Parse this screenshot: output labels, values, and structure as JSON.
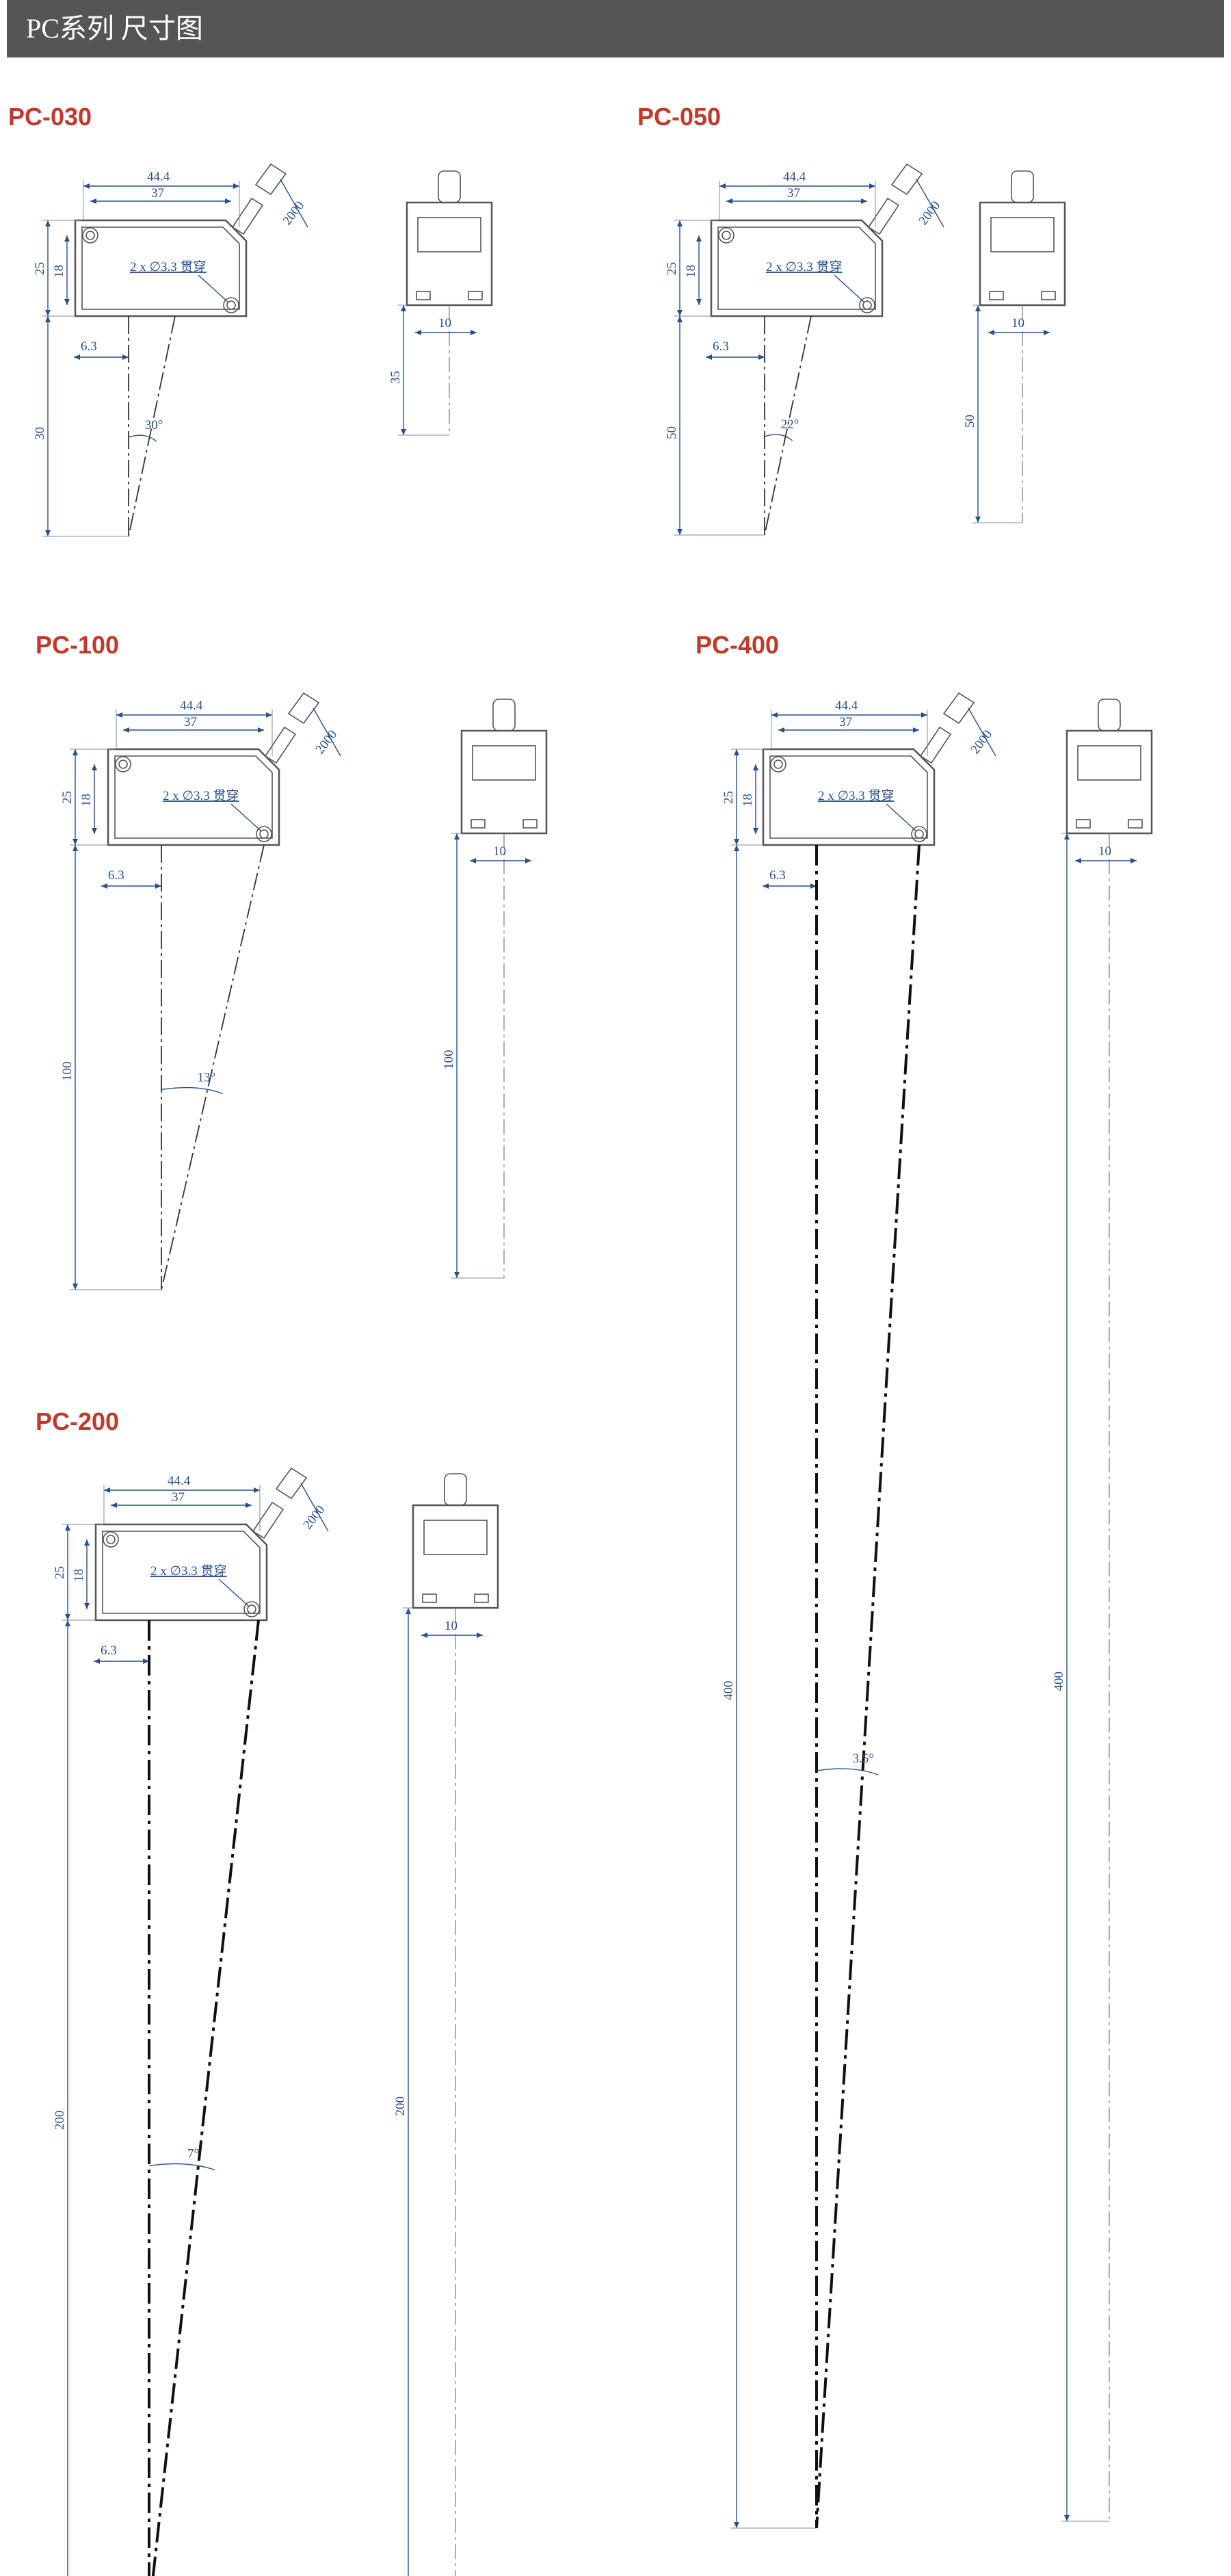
{
  "header": {
    "title": "PC系列 尺寸图",
    "background": "#555555",
    "text_color": "#ffffff"
  },
  "accent_color": "#c0392b",
  "dimension_color": "#2a4f8c",
  "models": [
    {
      "title": "PC-030",
      "width_outer": "44.4",
      "width_inner": "37",
      "cable": "2000",
      "height_outer": "25",
      "height_inner": "18",
      "hole_note": "2 x ∅3.3 贯穿",
      "offset": "6.3",
      "distance": "30",
      "angle": "30°",
      "front_distance": "35",
      "front_width": "10"
    },
    {
      "title": "PC-050",
      "width_outer": "44.4",
      "width_inner": "37",
      "cable": "2000",
      "height_outer": "25",
      "height_inner": "18",
      "hole_note": "2 x ∅3.3 贯穿",
      "offset": "6.3",
      "distance": "50",
      "angle": "22°",
      "front_distance": "50",
      "front_width": "10"
    },
    {
      "title": "PC-100",
      "width_outer": "44.4",
      "width_inner": "37",
      "cable": "2000",
      "height_outer": "25",
      "height_inner": "18",
      "hole_note": "2 x ∅3.3 贯穿",
      "offset": "6.3",
      "distance": "100",
      "angle": "13°",
      "front_distance": "100",
      "front_width": "10"
    },
    {
      "title": "PC-400",
      "width_outer": "44.4",
      "width_inner": "37",
      "cable": "2000",
      "height_outer": "25",
      "height_inner": "18",
      "hole_note": "2 x ∅3.3 贯穿",
      "offset": "6.3",
      "distance": "400",
      "angle": "3.5°",
      "front_distance": "400",
      "front_width": "10"
    },
    {
      "title": "PC-200",
      "width_outer": "44.4",
      "width_inner": "37",
      "cable": "2000",
      "height_outer": "25",
      "height_inner": "18",
      "hole_note": "2 x ∅3.3 贯穿",
      "offset": "6.3",
      "distance": "200",
      "angle": "7°",
      "front_distance": "200",
      "front_width": "10"
    }
  ]
}
